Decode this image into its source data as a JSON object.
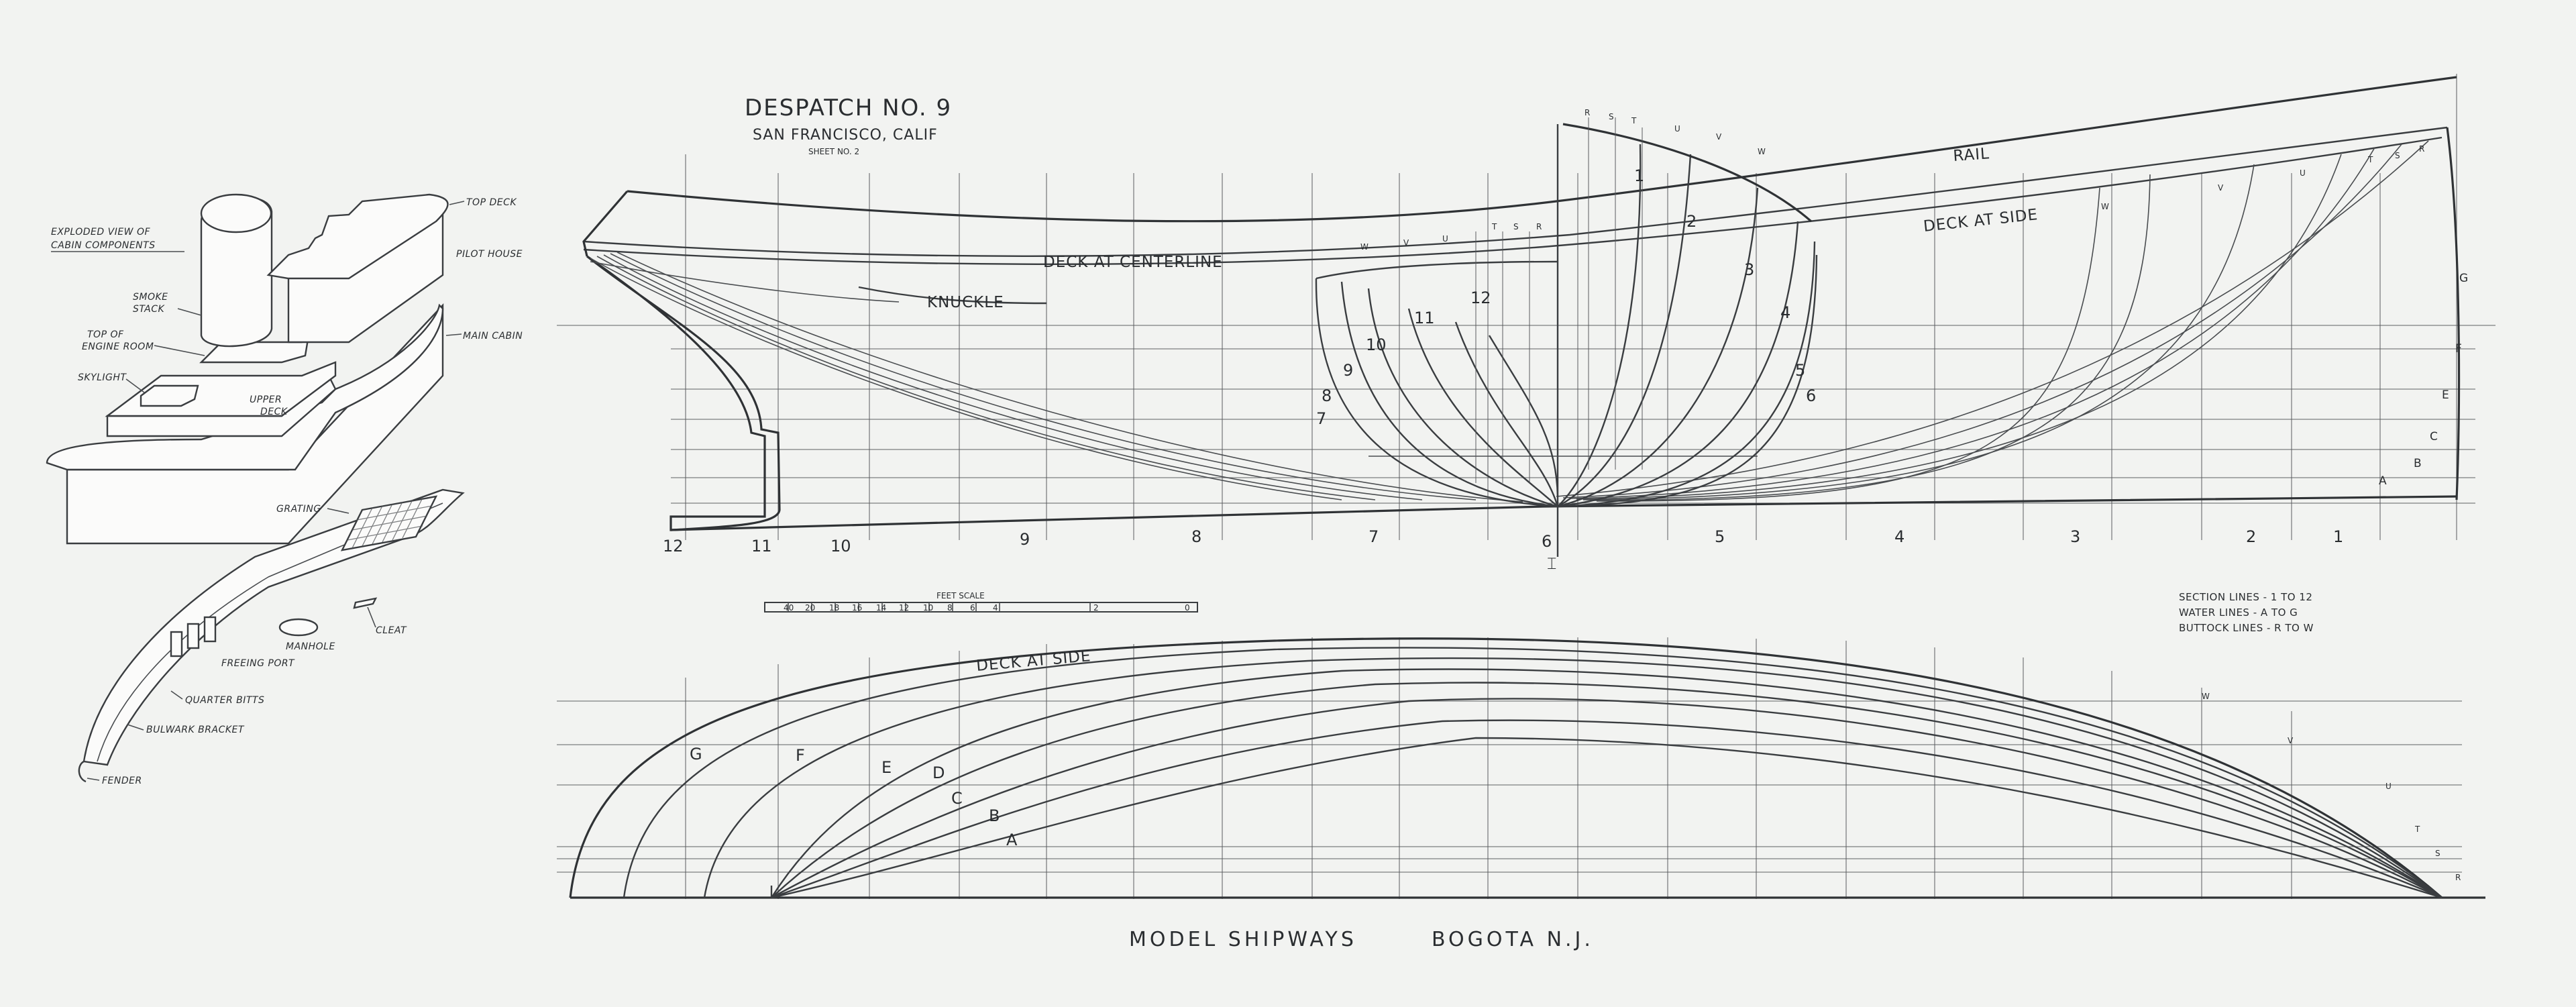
{
  "title": {
    "name": "DESPATCH NO. 9",
    "place": "SAN FRANCISCO, CALIF",
    "sheet": "SHEET NO. 2"
  },
  "footer": {
    "maker": "MODEL SHIPWAYS",
    "city": "BOGOTA N.J."
  },
  "legend": {
    "section_lines": "SECTION LINES - 1 TO 12",
    "water_lines": "WATER LINES - A TO G",
    "buttock_lines": "BUTTOCK LINES - R TO W"
  },
  "profile_labels": {
    "rail": "RAIL",
    "deck_at_side": "DECK AT SIDE",
    "deck_at_centerline": "DECK AT CENTERLINE",
    "knuckle": "KNUCKLE",
    "centerline_mark": "⌶"
  },
  "half_breadth_labels": {
    "deck_at_side": "DECK AT SIDE"
  },
  "scale": {
    "label": "FEET SCALE",
    "marks": [
      "0",
      "2",
      "4",
      "6",
      "8",
      "10",
      "12",
      "14",
      "16",
      "18",
      "20",
      "40"
    ]
  },
  "stations": [
    "12",
    "11",
    "10",
    "9",
    "8",
    "7",
    "6",
    "5",
    "4",
    "3",
    "2",
    "1"
  ],
  "waterlines": [
    "A",
    "B",
    "C",
    "E",
    "F",
    "G"
  ],
  "hb_waterlines": [
    "G",
    "F",
    "E",
    "D",
    "C",
    "B",
    "A"
  ],
  "buttocks_fwd": [
    "R",
    "S",
    "T",
    "U",
    "V",
    "W"
  ],
  "buttocks_aft": [
    "W",
    "V",
    "U",
    "T",
    "S",
    "R"
  ],
  "hb_buttocks": [
    "W",
    "V",
    "U",
    "T",
    "S",
    "R"
  ],
  "body_sections_fwd": [
    "1",
    "2",
    "3",
    "4",
    "5",
    "6"
  ],
  "body_sections_aft": [
    "7",
    "8",
    "9",
    "10",
    "11",
    "12"
  ],
  "exploded_view": {
    "heading_1": "EXPLODED VIEW OF",
    "heading_2": "CABIN COMPONENTS",
    "top_deck": "TOP DECK",
    "pilot_house": "PILOT HOUSE",
    "smoke_stack_1": "SMOKE",
    "smoke_stack_2": "STACK",
    "engine_room_1": "TOP OF",
    "engine_room_2": "ENGINE ROOM",
    "skylight": "SKYLIGHT",
    "upper_deck_1": "UPPER",
    "upper_deck_2": "DECK",
    "main_cabin": "MAIN CABIN"
  },
  "deck_detail": {
    "grating": "GRATING",
    "cleat": "CLEAT",
    "manhole": "MANHOLE",
    "freeing_port": "FREEING PORT",
    "quarter_bitts": "QUARTER BITTS",
    "bulwark_bracket": "BULWARK BRACKET",
    "fender": "FENDER"
  },
  "colors": {
    "paper": "#f2f3f1",
    "ink": "#3a3d40"
  }
}
